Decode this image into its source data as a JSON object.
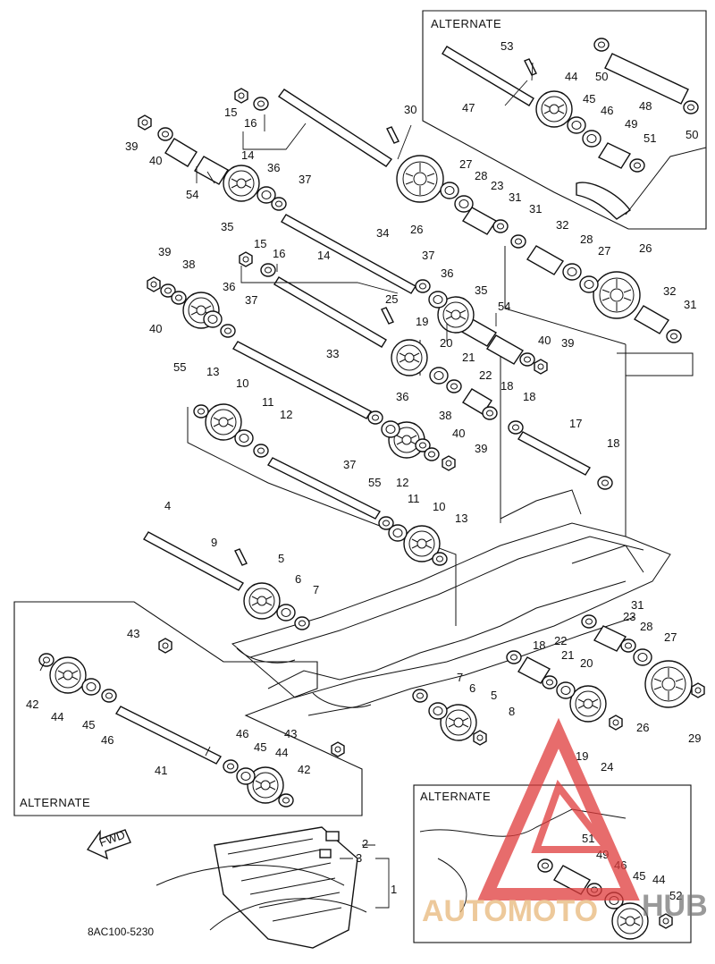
{
  "diagram": {
    "drawing_code": "8AC100-5230",
    "alternate_boxes": [
      {
        "id": "top-right",
        "title": "ALTERNATE"
      },
      {
        "id": "bottom-left",
        "title": "ALTERNATE"
      },
      {
        "id": "bottom-right",
        "title": "ALTERNATE"
      }
    ],
    "direction_label": "FWD",
    "watermark": {
      "text_main": "AUTOMOTO",
      "text_suffix": "HUB",
      "color_main": "#e8b87a",
      "color_logo": "#e03c3c",
      "color_suffix": "#777777"
    },
    "callouts": {
      "c1": "1",
      "c2": "2",
      "c3": "3",
      "c4": "4",
      "c5a": "5",
      "c5b": "5",
      "c6a": "6",
      "c6b": "6",
      "c7a": "7",
      "c7b": "7",
      "c8": "8",
      "c9": "9",
      "c10a": "10",
      "c10b": "10",
      "c11a": "11",
      "c11b": "11",
      "c12a": "12",
      "c12b": "12",
      "c13a": "13",
      "c13b": "13",
      "c14a": "14",
      "c14b": "14",
      "c15a": "15",
      "c15b": "15",
      "c16a": "16",
      "c16b": "16",
      "c17": "17",
      "c18a": "18",
      "c18b": "18",
      "c18c": "18",
      "c18d": "18",
      "c19a": "19",
      "c19b": "19",
      "c20a": "20",
      "c20b": "20",
      "c21a": "21",
      "c21b": "21",
      "c22a": "22",
      "c22b": "22",
      "c23a": "23",
      "c23b": "23",
      "c24": "24",
      "c25": "25",
      "c26a": "26",
      "c26b": "26",
      "c26c": "26",
      "c27a": "27",
      "c27b": "27",
      "c27c": "27",
      "c28a": "28",
      "c28b": "28",
      "c28c": "28",
      "c29": "29",
      "c30": "30",
      "c31a": "31",
      "c31b": "31",
      "c31c": "31",
      "c31d": "31",
      "c32a": "32",
      "c32b": "32",
      "c33": "33",
      "c34": "34",
      "c35a": "35",
      "c35b": "35",
      "c36a": "36",
      "c36b": "36",
      "c36c": "36",
      "c36d": "36",
      "c37a": "37",
      "c37b": "37",
      "c37c": "37",
      "c37d": "37",
      "c38a": "38",
      "c38b": "38",
      "c39a": "39",
      "c39b": "39",
      "c39c": "39",
      "c39d": "39",
      "c40a": "40",
      "c40b": "40",
      "c40c": "40",
      "c40d": "40",
      "c41": "41",
      "c42a": "42",
      "c42b": "42",
      "c43a": "43",
      "c43b": "43",
      "c44a": "44",
      "c44b": "44",
      "c44c": "44",
      "c44d": "44",
      "c45a": "45",
      "c45b": "45",
      "c45c": "45",
      "c45d": "45",
      "c46a": "46",
      "c46b": "46",
      "c46c": "46",
      "c46d": "46",
      "c47": "47",
      "c48": "48",
      "c49a": "49",
      "c49b": "49",
      "c50a": "50",
      "c50b": "50",
      "c51a": "51",
      "c51b": "51",
      "c52": "52",
      "c53": "53",
      "c54a": "54",
      "c54b": "54",
      "c55a": "55",
      "c55b": "55"
    }
  }
}
